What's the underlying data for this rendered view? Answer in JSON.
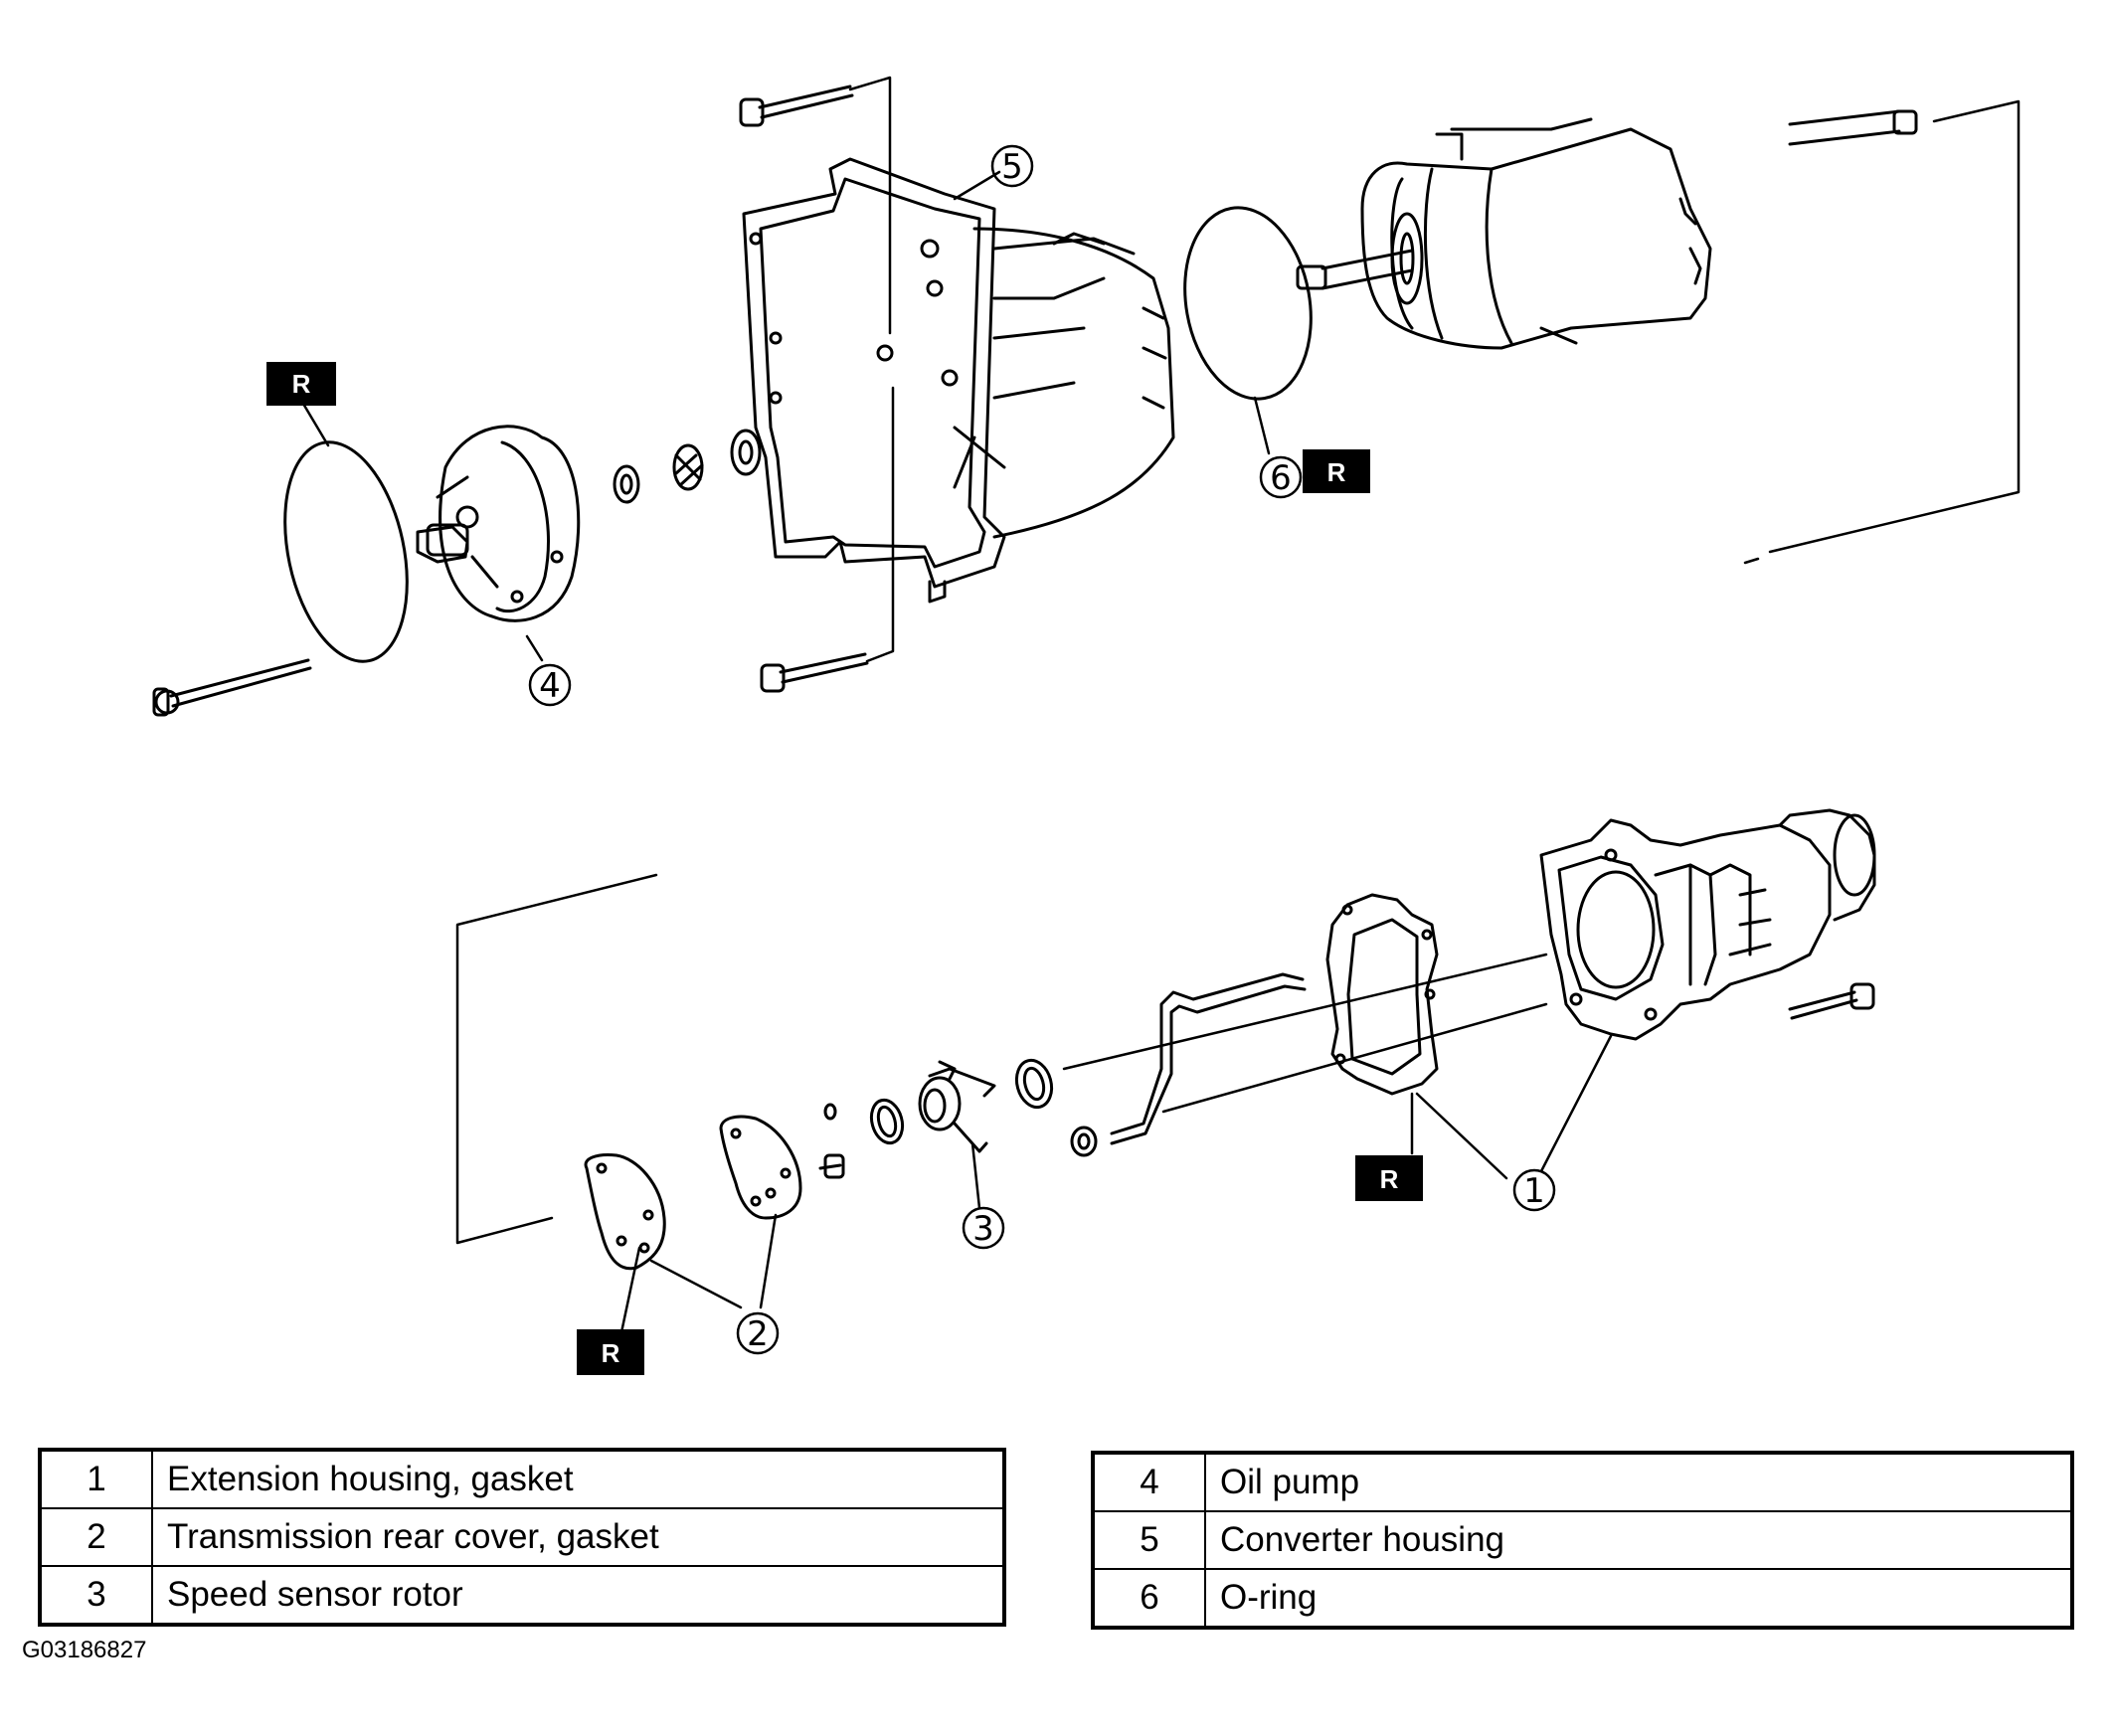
{
  "callouts": {
    "c1": "1",
    "c2": "2",
    "c3": "3",
    "c4": "4",
    "c5": "5",
    "c6": "6"
  },
  "replace_mark": "R",
  "legend": {
    "left": [
      {
        "num": "1",
        "text": "Extension housing, gasket"
      },
      {
        "num": "2",
        "text": "Transmission rear cover, gasket"
      },
      {
        "num": "3",
        "text": "Speed sensor rotor"
      }
    ],
    "right": [
      {
        "num": "4",
        "text": "Oil pump"
      },
      {
        "num": "5",
        "text": "Converter housing"
      },
      {
        "num": "6",
        "text": "O-ring"
      }
    ]
  },
  "figure_id": "G03186827"
}
